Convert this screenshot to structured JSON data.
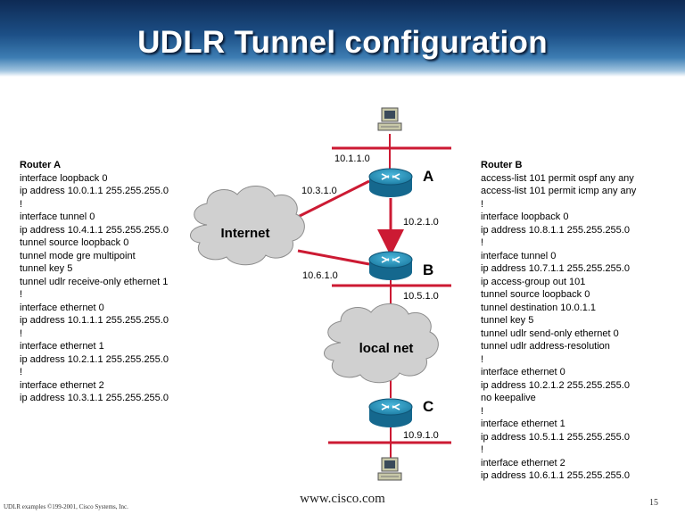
{
  "slide": {
    "title": "UDLR Tunnel configuration",
    "footer_left": "UDLR examples ©199-2001, Cisco Systems, Inc.",
    "footer_url": "www.cisco.com",
    "page_number": "15"
  },
  "router_a_config": {
    "heading": "Router A",
    "lines": [
      "interface loopback 0",
      "ip address 10.0.1.1 255.255.255.0",
      "!",
      "interface tunnel 0",
      "ip address 10.4.1.1 255.255.255.0",
      "tunnel source loopback 0",
      "tunnel mode gre multipoint",
      "tunnel key 5",
      "tunnel udlr receive-only ethernet 1",
      "!",
      "interface ethernet 0",
      "ip address 10.1.1.1 255.255.255.0",
      "!",
      "interface ethernet 1",
      "ip address 10.2.1.1 255.255.255.0",
      "!",
      "interface ethernet 2",
      "ip address 10.3.1.1 255.255.255.0"
    ]
  },
  "router_b_config": {
    "heading": "Router B",
    "lines": [
      "access-list 101 permit ospf any any",
      "access-list 101 permit icmp any any",
      "!",
      "interface loopback 0",
      "ip address 10.8.1.1 255.255.255.0",
      "!",
      "interface tunnel 0",
      "ip address 10.7.1.1 255.255.255.0",
      "ip access-group out 101",
      "tunnel source loopback 0",
      "tunnel destination 10.0.1.1",
      "tunnel key 5",
      "tunnel udlr send-only ethernet 0",
      "tunnel udlr address-resolution",
      "!",
      "interface ethernet 0",
      "ip address 10.2.1.2 255.255.255.0",
      "no keepalive",
      "!",
      "interface ethernet 1",
      "ip address 10.5.1.1 255.255.255.0",
      "!",
      "interface ethernet 2",
      "ip address 10.6.1.1 255.255.255.0"
    ]
  },
  "diagram": {
    "routers": [
      {
        "id": "A",
        "label": "A"
      },
      {
        "id": "B",
        "label": "B"
      },
      {
        "id": "C",
        "label": "C"
      }
    ],
    "clouds": [
      {
        "id": "internet",
        "label": "Internet"
      },
      {
        "id": "local-net",
        "label": "local net"
      }
    ],
    "networks": {
      "top_lan": "10.1.1.0",
      "a_internet": "10.3.1.0",
      "a_b_link": "10.2.1.0",
      "b_internet": "10.6.1.0",
      "b_lan": "10.5.1.0",
      "bottom_lan": "10.9.1.0"
    },
    "colors": {
      "link": "#cc1a33",
      "router": "#1e88b0",
      "cloud": "#cfcfcf"
    },
    "icons": [
      "workstation-icon",
      "router-icon",
      "cloud-icon"
    ]
  }
}
